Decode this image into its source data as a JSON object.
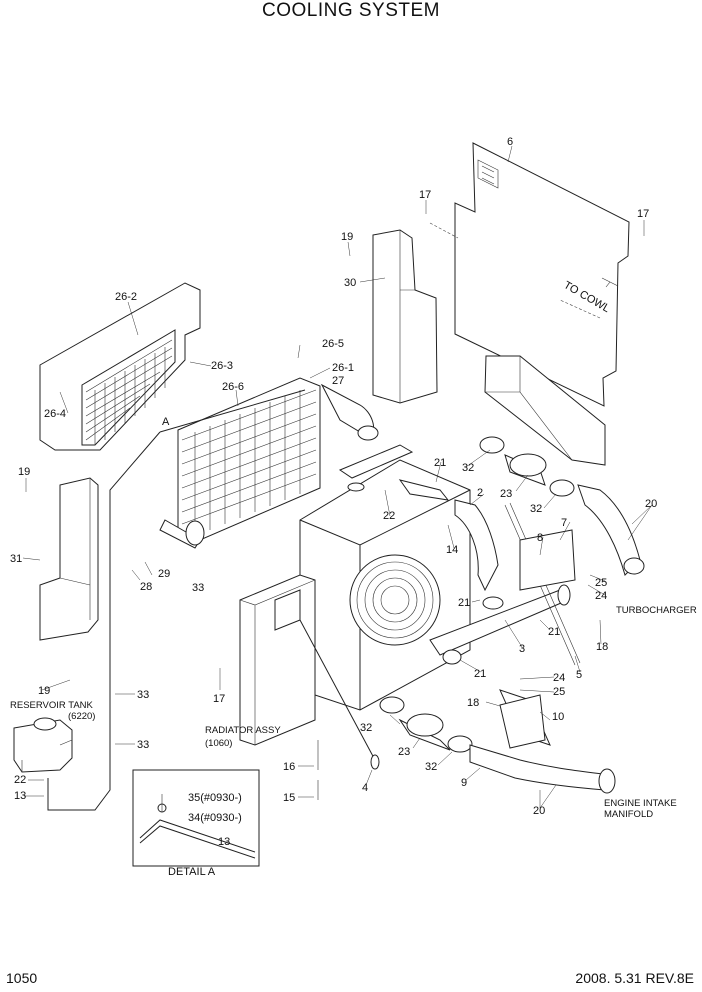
{
  "title": "COOLING SYSTEM",
  "page_number": "1050",
  "revision": "2008. 5.31  REV.8E",
  "callouts": {
    "c6": "6",
    "c17a": "17",
    "c17b": "17",
    "c17c": "17",
    "c19a": "19",
    "c19b": "19",
    "c19c": "19",
    "c30": "30",
    "c26_2": "26-2",
    "c26_5": "26-5",
    "c26_1": "26-1",
    "c27": "27",
    "c26_3": "26-3",
    "c26_6": "26-6",
    "c26_4": "26-4",
    "cA": "A",
    "c21a": "21",
    "c21b": "21",
    "c21c": "21",
    "c21d": "21",
    "c32a": "32",
    "c32b": "32",
    "c32c": "32",
    "c32d": "32",
    "c2": "2",
    "c23a": "23",
    "c23b": "23",
    "c20a": "20",
    "c20b": "20",
    "c22a": "22",
    "c22b": "22",
    "c7": "7",
    "c8": "8",
    "c14": "14",
    "c25a": "25",
    "c25b": "25",
    "c24a": "24",
    "c24b": "24",
    "c31": "31",
    "c28": "28",
    "c29": "29",
    "c33a": "33",
    "c33b": "33",
    "c33c": "33",
    "c3": "3",
    "c5": "5",
    "c18a": "18",
    "c18b": "18",
    "c10": "10",
    "c16": "16",
    "c15": "15",
    "c4": "4",
    "c9": "9",
    "c13a": "13",
    "c13b": "13",
    "c35": "35(#0930-)",
    "c34": "34(#0930-)"
  },
  "notes": {
    "to_cowl": "TO COWL",
    "turbocharger": "TURBOCHARGER",
    "reservoir_tank": "RESERVOIR TANK",
    "reservoir_ref": "(6220)",
    "radiator_assy": "RADIATOR ASSY",
    "radiator_ref": "(1060)",
    "engine_intake_1": "ENGINE INTAKE",
    "engine_intake_2": "MANIFOLD",
    "detail_a": "DETAIL A"
  }
}
